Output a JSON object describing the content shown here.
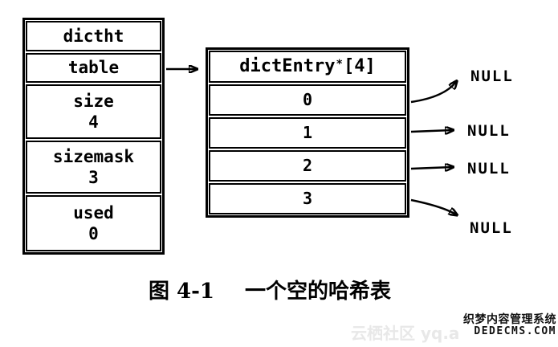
{
  "figure": {
    "struct": {
      "title": "dictht",
      "pointer_field": "table",
      "fields": [
        {
          "name": "size",
          "value": "4"
        },
        {
          "name": "sizemask",
          "value": "3"
        },
        {
          "name": "used",
          "value": "0"
        }
      ]
    },
    "array": {
      "header_type": "dictEntry",
      "header_star": "*",
      "header_index": "[4]",
      "slots": [
        {
          "index": "0",
          "points_to": "NULL"
        },
        {
          "index": "1",
          "points_to": "NULL"
        },
        {
          "index": "2",
          "points_to": "NULL"
        },
        {
          "index": "3",
          "points_to": "NULL"
        }
      ]
    },
    "caption": {
      "number": "图 4-1",
      "title": "一个空的哈希表"
    }
  },
  "watermarks": {
    "community": "云栖社区 yq.a",
    "cms_name": "织梦内容管理系统",
    "cms_domain": "DEDECMS.COM"
  },
  "colors": {
    "ink": "#000000",
    "background": "#ffffff",
    "faint_watermark": "#e8e8e8"
  }
}
